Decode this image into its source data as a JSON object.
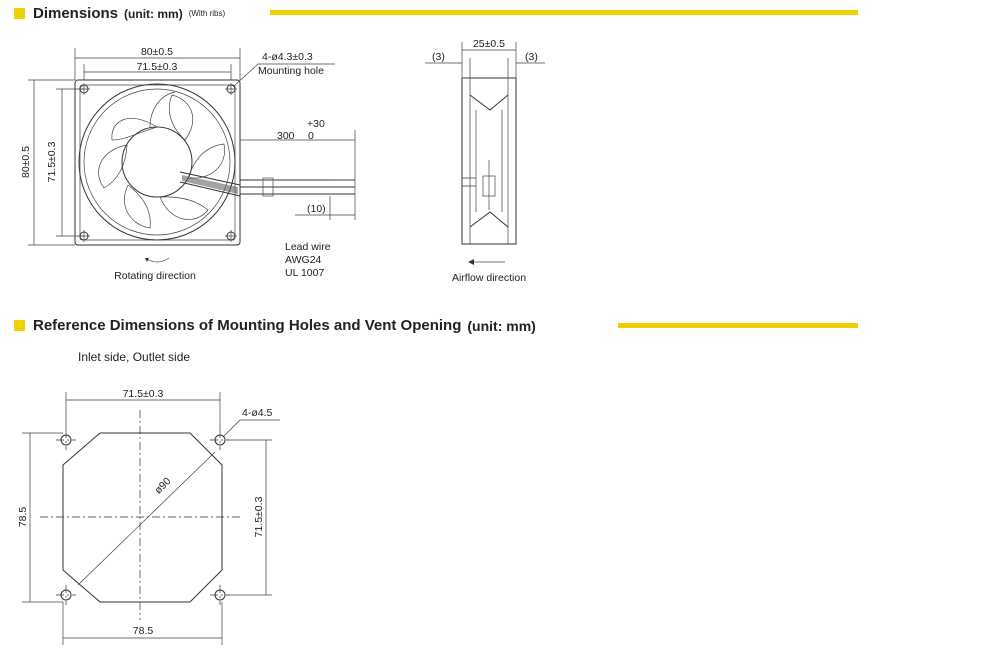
{
  "section1": {
    "title": "Dimensions",
    "unit": "(unit: mm)",
    "note": "(With ribs)"
  },
  "section2": {
    "title": "Reference Dimensions of Mounting Holes and Vent Opening",
    "unit": "(unit: mm)",
    "subtitle": "Inlet side, Outlet side"
  },
  "front_view": {
    "outer_width": "80±0.5",
    "hole_pitch_h": "71.5±0.3",
    "outer_height": "80±0.5",
    "hole_pitch_v": "71.5±0.3",
    "mounting_hole_size": "4-ø4.3±0.3",
    "mounting_hole_label": "Mounting hole",
    "lead_length_tol": "+30",
    "lead_length": "300",
    "lead_length_tol_low": "0",
    "strip_length": "(10)",
    "lead_wire_1": "Lead wire",
    "lead_wire_2": "AWG24",
    "lead_wire_3": "UL 1007",
    "rotating_direction": "Rotating direction"
  },
  "side_view": {
    "depth": "25±0.5",
    "flange_left": "(3)",
    "flange_right": "(3)",
    "airflow_direction": "Airflow direction"
  },
  "mounting_ref": {
    "hole_pitch_h": "71.5±0.3",
    "holes": "4-ø4.5",
    "vent_dia": "ø90",
    "height": "78.5",
    "hole_pitch_v": "71.5±0.3",
    "width": "78.5"
  }
}
